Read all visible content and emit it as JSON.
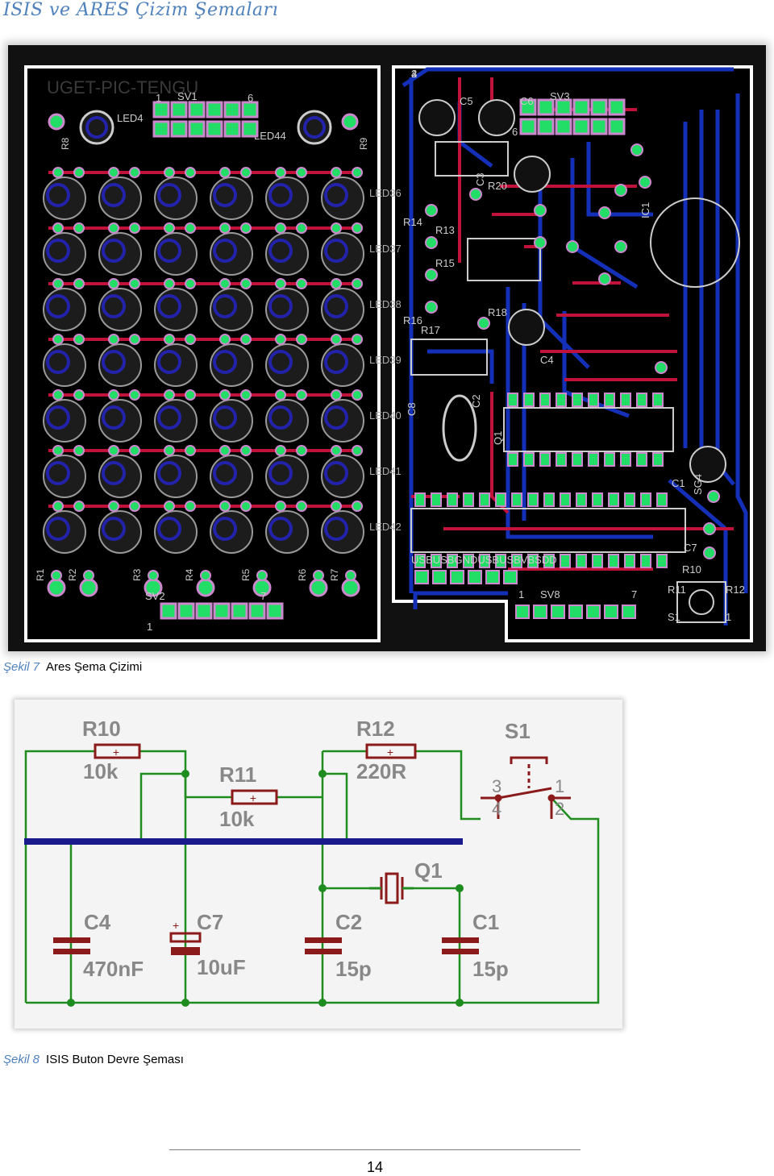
{
  "header": {
    "title": "ISIS ve ARES Çizim Şemaları"
  },
  "figure7": {
    "number": "Şekil 7",
    "caption": "Ares Şema Çizimi",
    "pcb_labels": {
      "left_top": [
        "SV1",
        "1",
        "6",
        "LED4",
        "LED44",
        "R8",
        "R9",
        "UGET-PIC-TENGU"
      ],
      "right_top": [
        "C5",
        "C6",
        "SV3",
        "6",
        "C3",
        "R20",
        "R14",
        "R13",
        "R15",
        "R18",
        "R16",
        "R17",
        "C4",
        "C8",
        "C2",
        "Q1",
        "IC1",
        "C1",
        "SG4",
        "C7",
        "R10",
        "R11",
        "R12",
        "S1",
        "1",
        "2",
        "3",
        "4"
      ],
      "led_col_labels": [
        "LED36",
        "LED37",
        "LED38",
        "LED39",
        "LED40",
        "LED41",
        "LED42"
      ],
      "bottom_left": [
        "R1",
        "R2",
        "R3",
        "R4",
        "R5",
        "R6",
        "R7",
        "SV2",
        "1",
        "7"
      ],
      "bottom_right": [
        "USBUSBGNDUSBUSBVBSDD",
        "1",
        "SV8",
        "7"
      ]
    }
  },
  "figure8": {
    "number": "Şekil 8",
    "caption": "ISIS Buton Devre Şeması",
    "components": {
      "r10": {
        "name": "R10",
        "value": "10k"
      },
      "r11": {
        "name": "R11",
        "value": "10k"
      },
      "r12": {
        "name": "R12",
        "value": "220R"
      },
      "s1": {
        "name": "S1",
        "pins": [
          "3",
          "1",
          "4",
          "2"
        ]
      },
      "q1": {
        "name": "Q1"
      },
      "c4": {
        "name": "C4",
        "value": "470nF"
      },
      "c7": {
        "name": "C7",
        "value": "10uF",
        "polarity": "+"
      },
      "c2": {
        "name": "C2",
        "value": "15p"
      },
      "c1": {
        "name": "C1",
        "value": "15p"
      }
    },
    "colors": {
      "wire": "#1e8c1e",
      "component": "#8b1a1a",
      "bus": "#1a1a8c"
    }
  },
  "page": {
    "number": "14"
  }
}
